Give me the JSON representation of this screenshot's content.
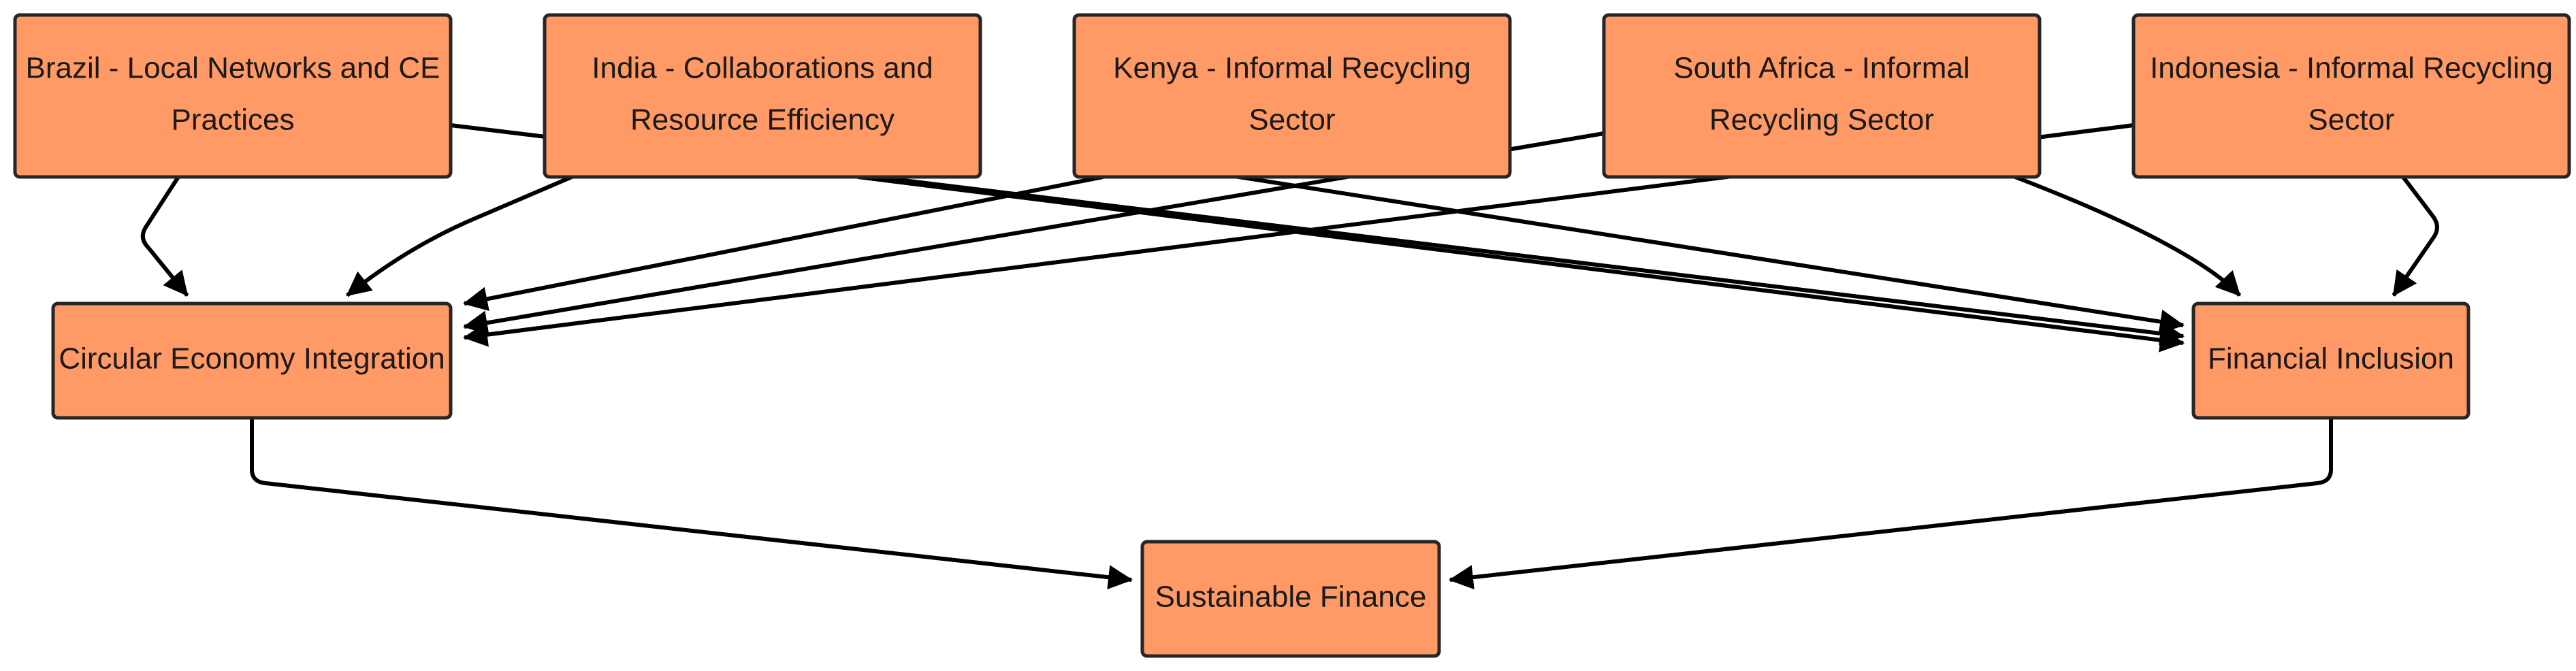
{
  "colors": {
    "node_fill": "#ff9966",
    "node_stroke": "#262626",
    "edge": "#000000",
    "text": "#1a1a1a"
  },
  "nodes": [
    {
      "id": "brazil",
      "lines": [
        "Brazil - Local Networks and CE",
        "Practices"
      ]
    },
    {
      "id": "india",
      "lines": [
        "India - Collaborations and",
        "Resource Efficiency"
      ]
    },
    {
      "id": "kenya",
      "lines": [
        "Kenya - Informal Recycling",
        "Sector"
      ]
    },
    {
      "id": "south_africa",
      "lines": [
        "South Africa - Informal",
        "Recycling Sector"
      ]
    },
    {
      "id": "indonesia",
      "lines": [
        "Indonesia - Informal Recycling",
        "Sector"
      ]
    },
    {
      "id": "ce",
      "lines": [
        "Circular Economy Integration"
      ]
    },
    {
      "id": "fi",
      "lines": [
        "Financial Inclusion"
      ]
    },
    {
      "id": "sf",
      "lines": [
        "Sustainable Finance"
      ]
    }
  ],
  "edges": [
    {
      "from": "brazil",
      "to": "ce"
    },
    {
      "from": "brazil",
      "to": "fi"
    },
    {
      "from": "india",
      "to": "ce"
    },
    {
      "from": "india",
      "to": "fi"
    },
    {
      "from": "kenya",
      "to": "ce"
    },
    {
      "from": "kenya",
      "to": "fi"
    },
    {
      "from": "south_africa",
      "to": "ce"
    },
    {
      "from": "south_africa",
      "to": "fi"
    },
    {
      "from": "indonesia",
      "to": "ce"
    },
    {
      "from": "indonesia",
      "to": "fi"
    },
    {
      "from": "ce",
      "to": "sf"
    },
    {
      "from": "fi",
      "to": "sf"
    }
  ]
}
